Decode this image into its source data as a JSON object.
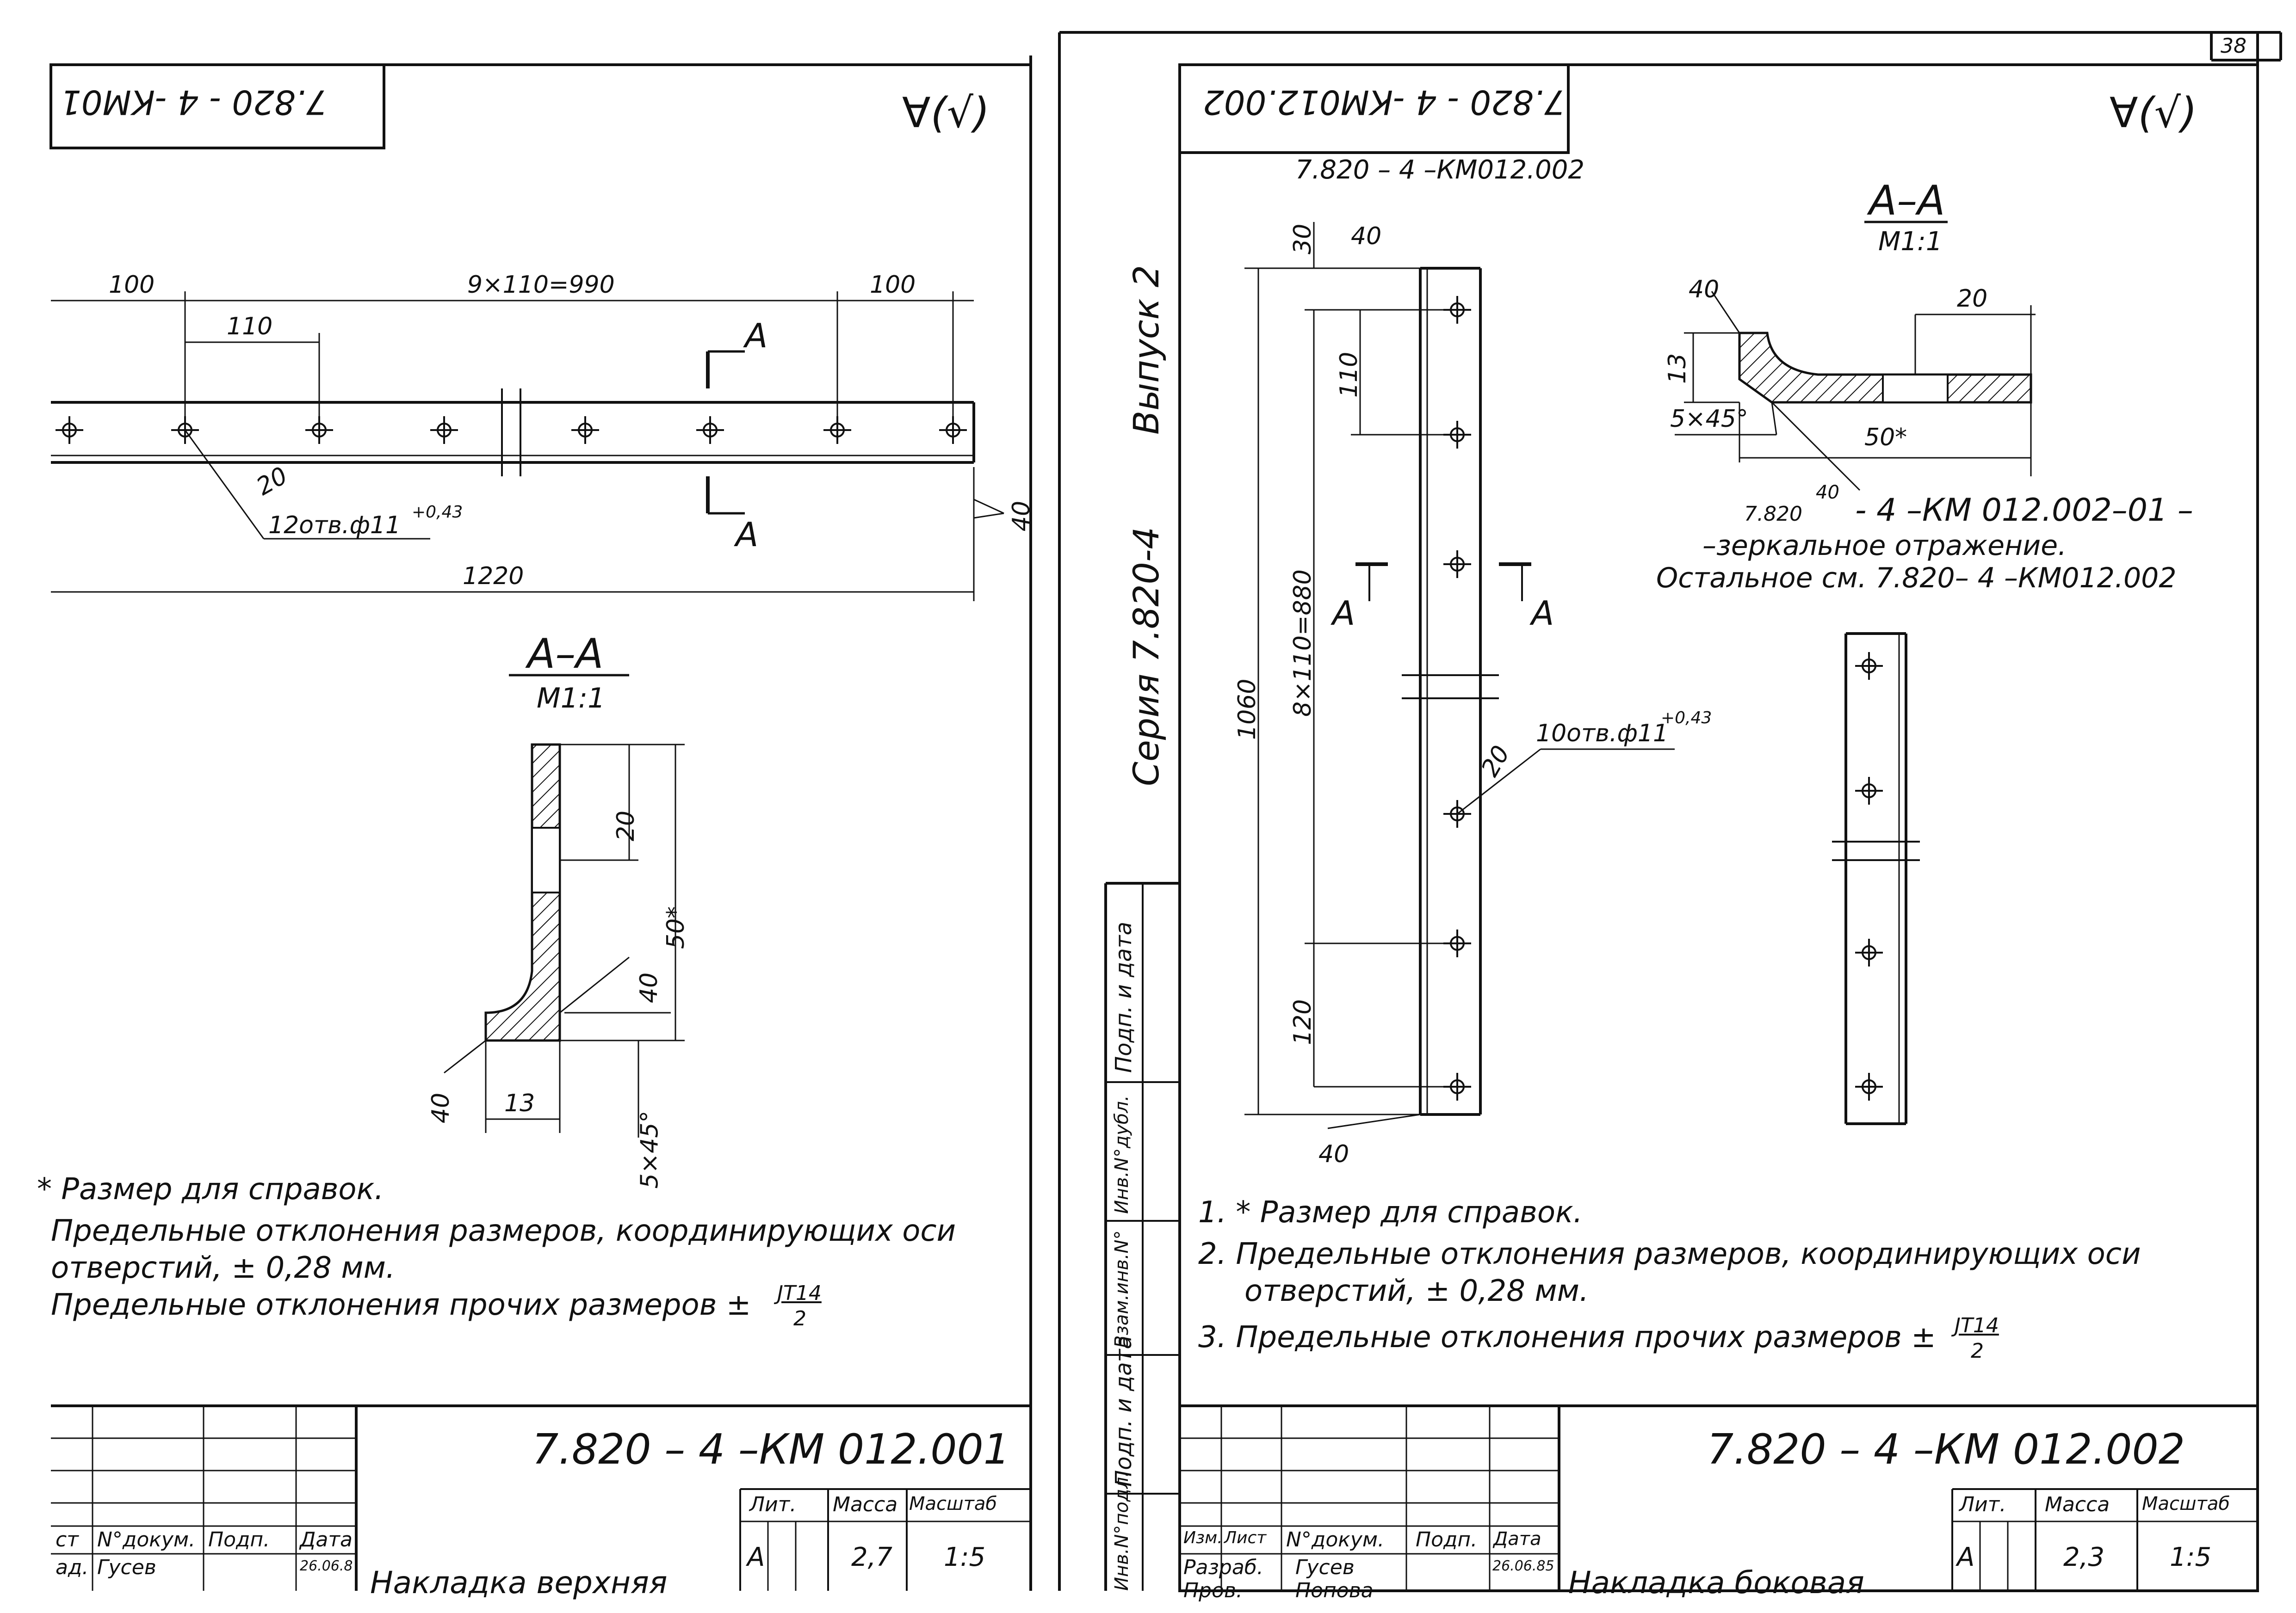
{
  "page_number": "38",
  "left_sheet": {
    "stamp_mirrored": "7.820 - 4 -КМ01",
    "roughness_symbol": "∀(√)",
    "dims": {
      "d100_left": "100",
      "d110": "110",
      "d9x110": "9×110=990",
      "d100_right": "100",
      "d1220": "1220",
      "d40": "40",
      "weld20": "20",
      "holes": "12отв.ф11",
      "holes_tol": "+0,43",
      "section_mark_top": "А",
      "section_mark_bottom": "А"
    },
    "section": {
      "title": "А–А",
      "scale": "М1:1",
      "d20": "20",
      "d50": "50*",
      "d40w": "40",
      "d40": "40",
      "d13": "13",
      "d5x45": "5×45°"
    },
    "notes": {
      "ref": "* Размер для справок.",
      "line2": "Предельные отклонения размеров, координирующих оси",
      "line3": "отверстий, ± 0,28 мм.",
      "line4": "Предельные отклонения прочих размеров ±",
      "frac_num": "JT14",
      "frac_den": "2"
    },
    "title_block": {
      "designation": "7.820 – 4 –КМ 012.001",
      "hdr_izm": "ст",
      "hdr_doc": "N°докум.",
      "hdr_podp": "Подп.",
      "hdr_date": "Дата",
      "row_role": "ад.",
      "row_name": "Гусев",
      "row_date": "26.06.8",
      "lit_label": "Лит.",
      "mass_label": "Масса",
      "scale_label": "Масштаб",
      "lit": "А",
      "mass": "2,7",
      "scale": "1:5",
      "name": "Накладка верхняя"
    }
  },
  "right_sheet": {
    "stamp_mirrored": "7.820 - 4 -КМ012.002",
    "stamp_below": "7.820 – 4 –КМ012.002",
    "roughness_symbol": "∀(√)",
    "series_label": "Серия 7.820-4",
    "issue_label": "Выпуск 2",
    "side_stamp": [
      "Подп. и дата",
      "Инв.N°дубл.",
      "Взам.инв.N°",
      "Подп. и дата",
      "Инв.N°подл."
    ],
    "dims": {
      "d30": "30",
      "d40top": "40",
      "d110": "110",
      "d8x110": "8×110=880",
      "d1060": "1060",
      "d120": "120",
      "d40bot": "40",
      "weld20": "20",
      "holes": "10отв.ф11",
      "holes_tol": "+0,43",
      "sec_a_left": "А",
      "sec_a_right": "А"
    },
    "section": {
      "title": "А–А",
      "scale": "М1:1",
      "d40": "40",
      "d20": "20",
      "d13": "13",
      "d5x45": "5×45°",
      "d50": "50*",
      "d40b": "40"
    },
    "mirror_note": {
      "line1_code": "7.820",
      "line1_rest": "- 4 –КМ 012.002–01 –",
      "line2": "–зеркальное отражение.",
      "line3": "Остальное см.   7.820– 4 –КМ012.002"
    },
    "notes": {
      "n1": "1. * Размер для справок.",
      "n2a": "2. Предельные отклонения размеров, координирующих оси",
      "n2b": "отверстий, ± 0,28 мм.",
      "n3": "3. Предельные отклонения прочих размеров ±",
      "frac_num": "JT14",
      "frac_den": "2"
    },
    "title_block": {
      "designation": "7.820 – 4 –КМ 012.002",
      "hdr_izm": "Изм.",
      "hdr_list": "Лист",
      "hdr_doc": "N°докум.",
      "hdr_podp": "Подп.",
      "hdr_date": "Дата",
      "row1_role": "Разраб.",
      "row1_name": "Гусев",
      "row1_date": "26.06.85",
      "row2_role": "Пров.",
      "row2_name": "Попова",
      "lit_label": "Лит.",
      "mass_label": "Масса",
      "scale_label": "Масштаб",
      "lit": "А",
      "mass": "2,3",
      "scale": "1:5",
      "name": "Накладка боковая"
    }
  }
}
